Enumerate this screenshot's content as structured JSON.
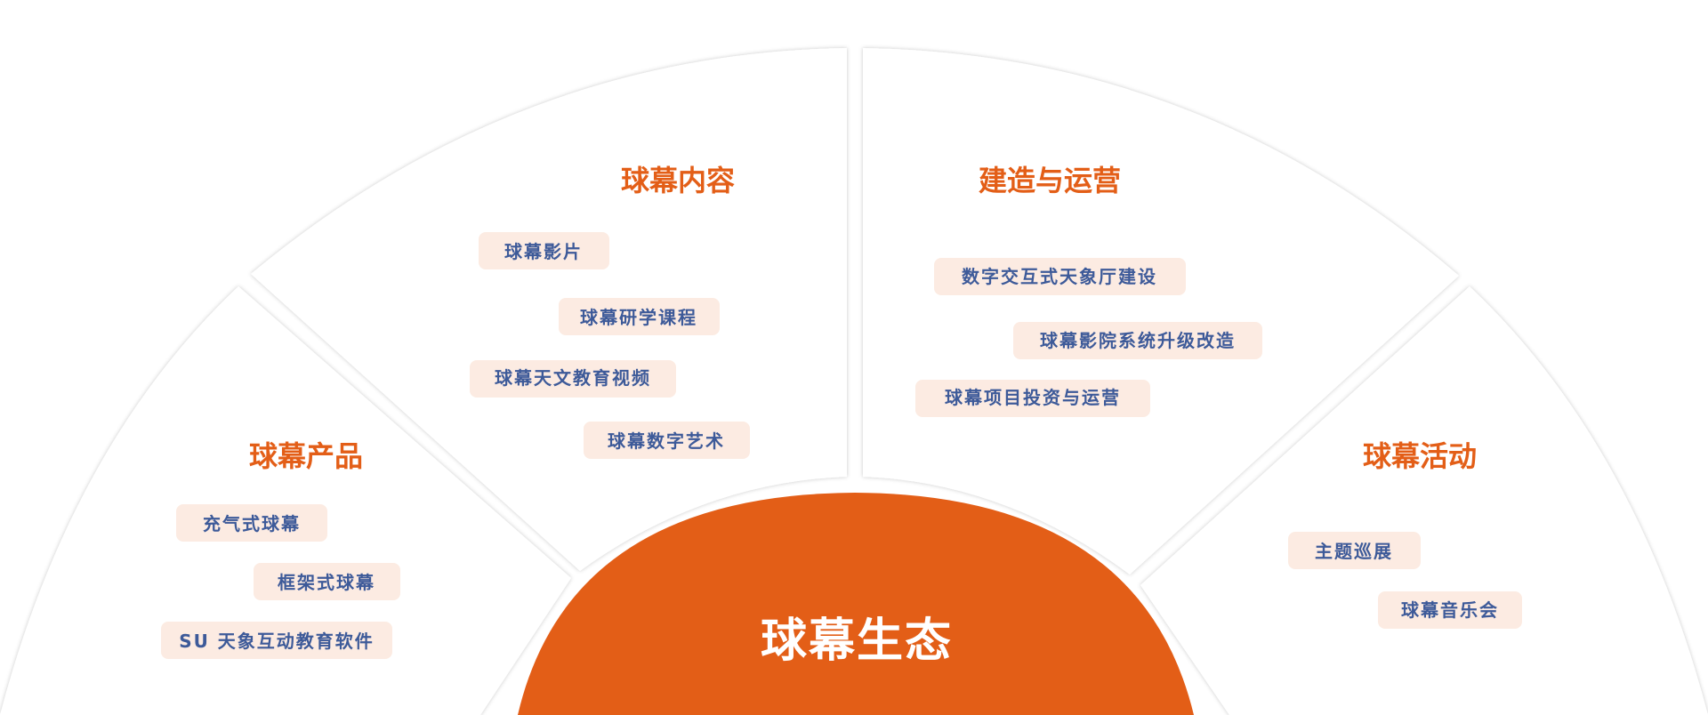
{
  "center": {
    "title": "球幕生态"
  },
  "sectors": [
    {
      "key": "products",
      "title": "球幕产品",
      "items": [
        "充气式球幕",
        "框架式球幕",
        "SU 天象互动教育软件"
      ]
    },
    {
      "key": "content",
      "title": "球幕内容",
      "items": [
        "球幕影片",
        "球幕研学课程",
        "球幕天文教育视频",
        "球幕数字艺术"
      ]
    },
    {
      "key": "construction",
      "title": "建造与运营",
      "items": [
        "数字交互式天象厅建设",
        "球幕影院系统升级改造",
        "球幕项目投资与运营"
      ]
    },
    {
      "key": "activities",
      "title": "球幕活动",
      "items": [
        "主题巡展",
        "球幕音乐会"
      ]
    }
  ],
  "colors": {
    "accent": "#e35e17",
    "tag_text": "#3d5a99",
    "tag_bg": "#fcebe2",
    "sector_fill": "#ffffff",
    "center_text": "#ffffff"
  }
}
